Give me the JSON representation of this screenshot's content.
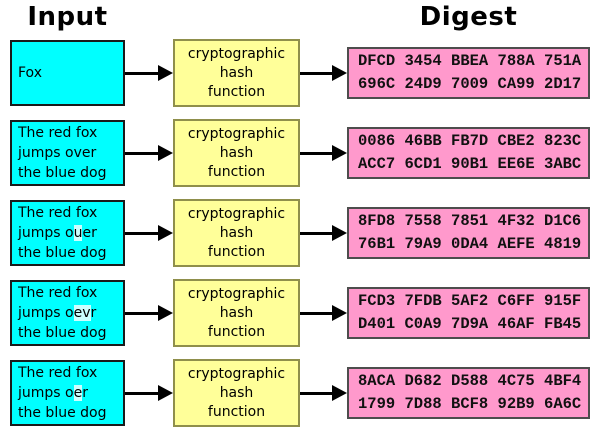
{
  "title": "Cryptographic hash function avalanche-effect diagram",
  "headers": {
    "input": "Input",
    "digest": "Digest"
  },
  "hash_box_label": "cryptographic\nhash\nfunction",
  "colors": {
    "input_fill": "#00ffff",
    "input_border": "#1a1a1a",
    "hash_fill": "#ffff99",
    "hash_border": "#8f8f4b",
    "digest_fill": "#ff99cc",
    "digest_border": "#4d4d4d",
    "highlight": "#ccffff",
    "arrow": "#000000"
  },
  "rows": [
    {
      "input_segments": [
        {
          "t": "Fox",
          "h": false
        }
      ],
      "digest_line1": "DFCD 3454 BBEA 788A 751A",
      "digest_line2": "696C 24D9 7009 CA99 2D17"
    },
    {
      "input_segments": [
        {
          "t": "The red fox\njumps over\nthe blue dog",
          "h": false
        }
      ],
      "digest_line1": "0086 46BB FB7D CBE2 823C",
      "digest_line2": "ACC7 6CD1 90B1 EE6E 3ABC"
    },
    {
      "input_segments": [
        {
          "t": "The red fox\njumps o",
          "h": false
        },
        {
          "t": "u",
          "h": true
        },
        {
          "t": "er\nthe blue dog",
          "h": false
        }
      ],
      "digest_line1": "8FD8 7558 7851 4F32 D1C6",
      "digest_line2": "76B1 79A9 0DA4 AEFE 4819"
    },
    {
      "input_segments": [
        {
          "t": "The red fox\njumps o",
          "h": false
        },
        {
          "t": "ev",
          "h": true
        },
        {
          "t": "r\nthe blue dog",
          "h": false
        }
      ],
      "digest_line1": "FCD3 7FDB 5AF2 C6FF 915F",
      "digest_line2": "D401 C0A9 7D9A 46AF FB45"
    },
    {
      "input_segments": [
        {
          "t": "The red fox\njumps o",
          "h": false
        },
        {
          "t": "e",
          "h": true
        },
        {
          "t": "r\nthe blue dog",
          "h": false
        }
      ],
      "digest_line1": "8ACA D682 D588 4C75 4BF4",
      "digest_line2": "1799 7D88 BCF8 92B9 6A6C"
    }
  ]
}
